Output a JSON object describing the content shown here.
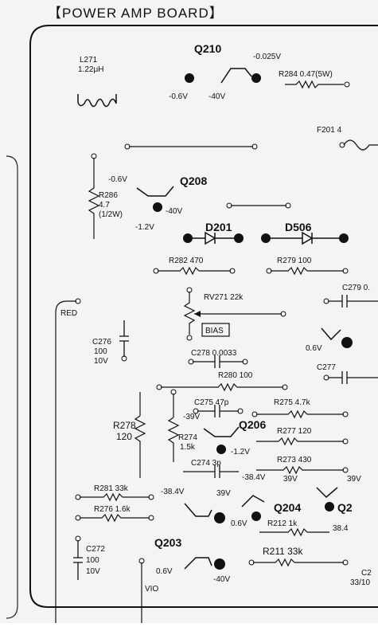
{
  "board_title": "【POWER AMP BOARD】",
  "components": {
    "q210": "Q210",
    "q210_v_left": "-0.6V",
    "q210_v_mid": "-40V",
    "q210_v_top": "-0.025V",
    "r284": "R284 0.47(5W)",
    "l271_name": "L271",
    "l271_value": "1.22μH",
    "f201": "F201 4",
    "q208": "Q208",
    "q208_v_top": "-0.6V",
    "q208_v_right": "-40V",
    "q208_v_bottom": "-1.2V",
    "r286_name": "R286",
    "r286_value": "4.7",
    "r286_power": "(1/2W)",
    "d201": "D201",
    "d506": "D506",
    "r282": "R282 470",
    "r279": "R279 100",
    "c279": "C279 0.",
    "rv271": "RV271 22k",
    "bias": "BIAS",
    "red": "RED",
    "c276_name": "C276",
    "c276_value": "100",
    "c276_volt": "10V",
    "c278": "C278 0.0033",
    "r280": "R280 100",
    "v_06_right": "0.6V",
    "c277": "C277",
    "c275": "C275 47p",
    "r275": "R275 4.7k",
    "r278_name": "R278",
    "r278_value": "120",
    "v_39_neg": "-39V",
    "r274_name": "R274",
    "r274_value": "1.5k",
    "q206": "Q206",
    "q206_v": "-1.2V",
    "r277": "R277 120",
    "c274": "C274 3p",
    "v_384_neg_a": "-38.4V",
    "r273": "R273 430",
    "v_39_a": "39V",
    "v_39_b": "39V",
    "r281": "R281 33k",
    "v_384_neg_b": "-38.4V",
    "v_39_c": "39V",
    "q204": "Q204",
    "q202": "Q2",
    "r276": "R276 1.6k",
    "v_06_b": "0.6V",
    "r212": "R212 1k",
    "v_384_c": "38.4",
    "q203": "Q203",
    "c272_name": "C272",
    "c272_value": "100",
    "c272_volt": "10V",
    "r211": "R211 33k",
    "v_06_c": "0.6V",
    "v_40_neg": "-40V",
    "c2_partial": "C2",
    "c2_val_partial": "33/10",
    "vio": "VIO"
  }
}
